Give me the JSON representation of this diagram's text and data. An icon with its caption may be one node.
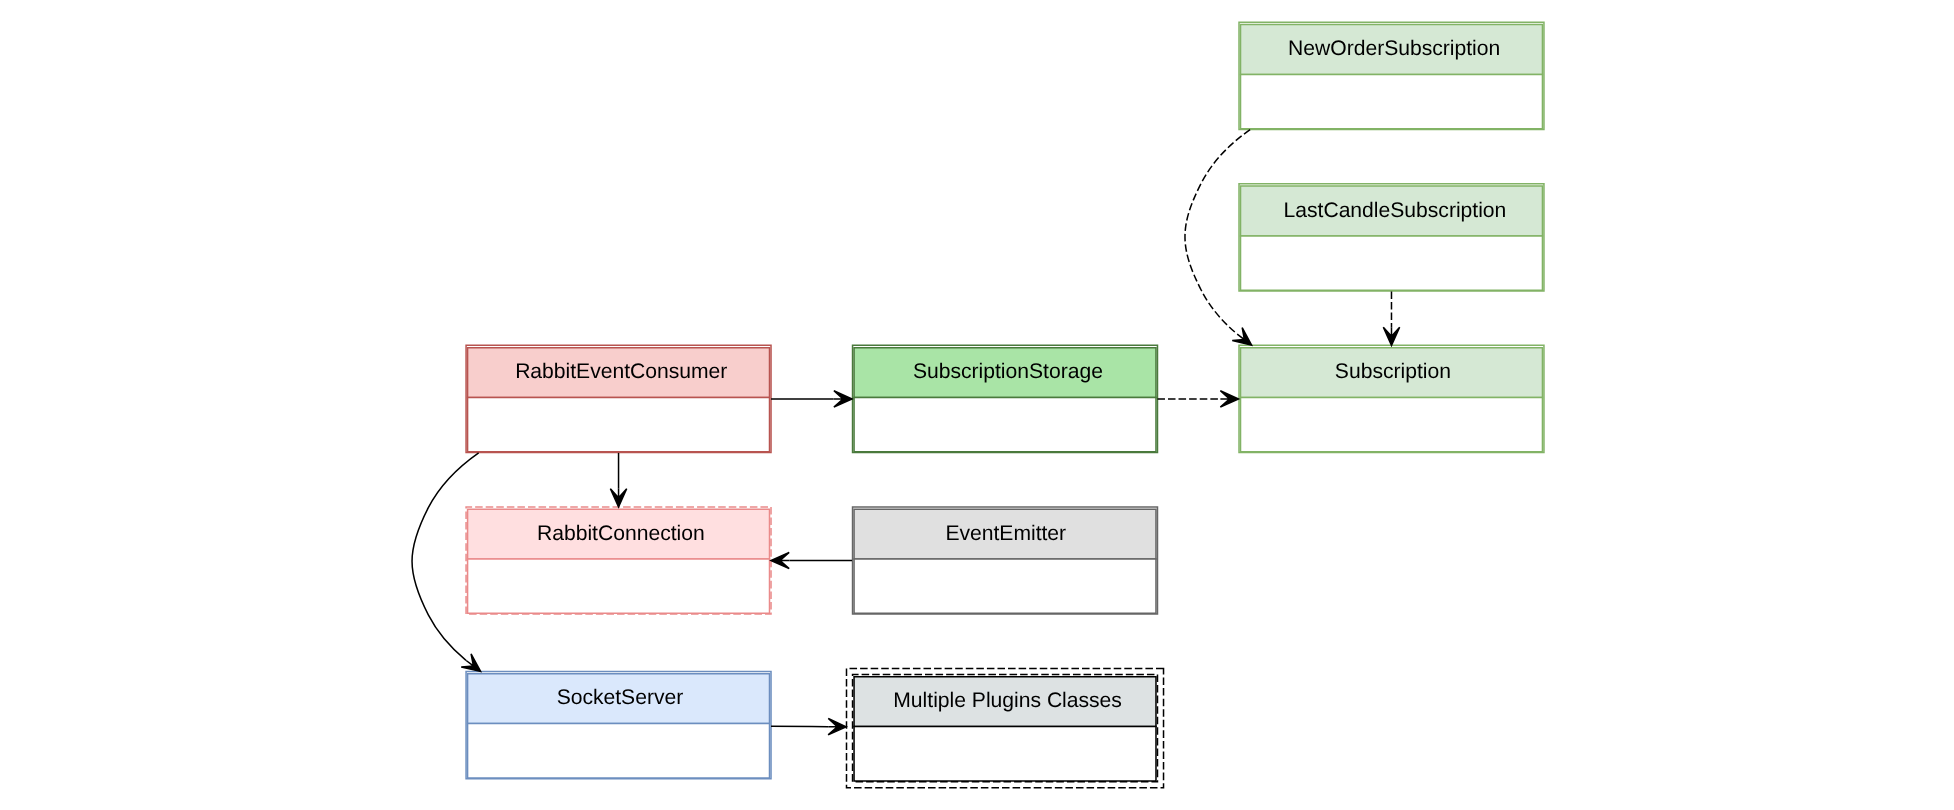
{
  "diagram": {
    "nodes": [
      {
        "text": [
          "SocketServer"
        ]
      },
      {
        "text": [
          "Multiple Plugins Classes"
        ]
      },
      {
        "text": [
          "Subscription"
        ]
      },
      {
        "text": [
          "RabbitEventConsumer"
        ]
      },
      {
        "text": [
          "SubscriptionStorage"
        ]
      },
      {
        "text": [
          "LastCandleSubscription"
        ]
      },
      {
        "text": [
          "RabbitConnection"
        ]
      },
      {
        "text": [
          "EventEmitter"
        ]
      },
      {
        "text": [
          "NewOrderSubscription"
        ]
      }
    ],
    "edges": [
      {
        "from": 3,
        "to": 0,
        "arrow": "to"
      },
      {
        "from": 0,
        "to": 1,
        "arrow": "to"
      },
      {
        "from": 3,
        "to": 4,
        "arrow": "to"
      },
      {
        "from": 3,
        "to": 6,
        "arrow": "to"
      },
      {
        "from": 7,
        "to": 6,
        "arrow": "to"
      },
      {
        "from": 4,
        "to": 2,
        "arrow": "to",
        "style": "dashed"
      },
      {
        "from": 5,
        "to": 2,
        "arrow": "to",
        "style": "dashed"
      },
      {
        "from": 8,
        "to": 2,
        "arrow": "to",
        "style": "dashed"
      }
    ]
  }
}
